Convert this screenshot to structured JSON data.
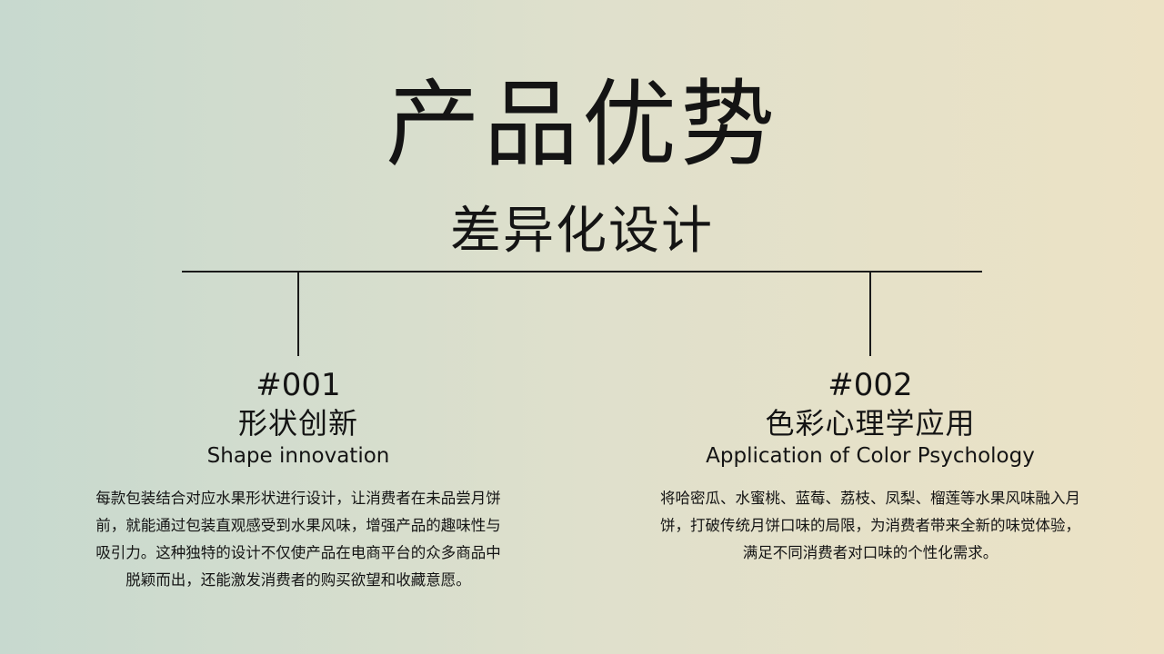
{
  "title": "产品优势",
  "subtitle": "差异化设计",
  "features": [
    {
      "number": "#001",
      "title": "形状创新",
      "title_en": "Shape innovation",
      "description": "每款包装结合对应水果形状进行设计，让消费者在未品尝月饼\n前，就能通过包装直观感受到水果风味，增强产品的趣味性与\n吸引力。这种独特的设计不仅使产品在电商平台的众多商品中\n脱颖而出，还能激发消费者的购买欲望和收藏意愿。"
    },
    {
      "number": "#002",
      "title": "色彩心理学应用",
      "title_en": "Application of Color Psychology",
      "description": "将哈密瓜、水蜜桃、蓝莓、荔枝、凤梨、榴莲等水果风味融入月\n饼，打破传统月饼口味的局限，为消费者带来全新的味觉体验，\n满足不同消费者对口味的个性化需求。"
    }
  ]
}
